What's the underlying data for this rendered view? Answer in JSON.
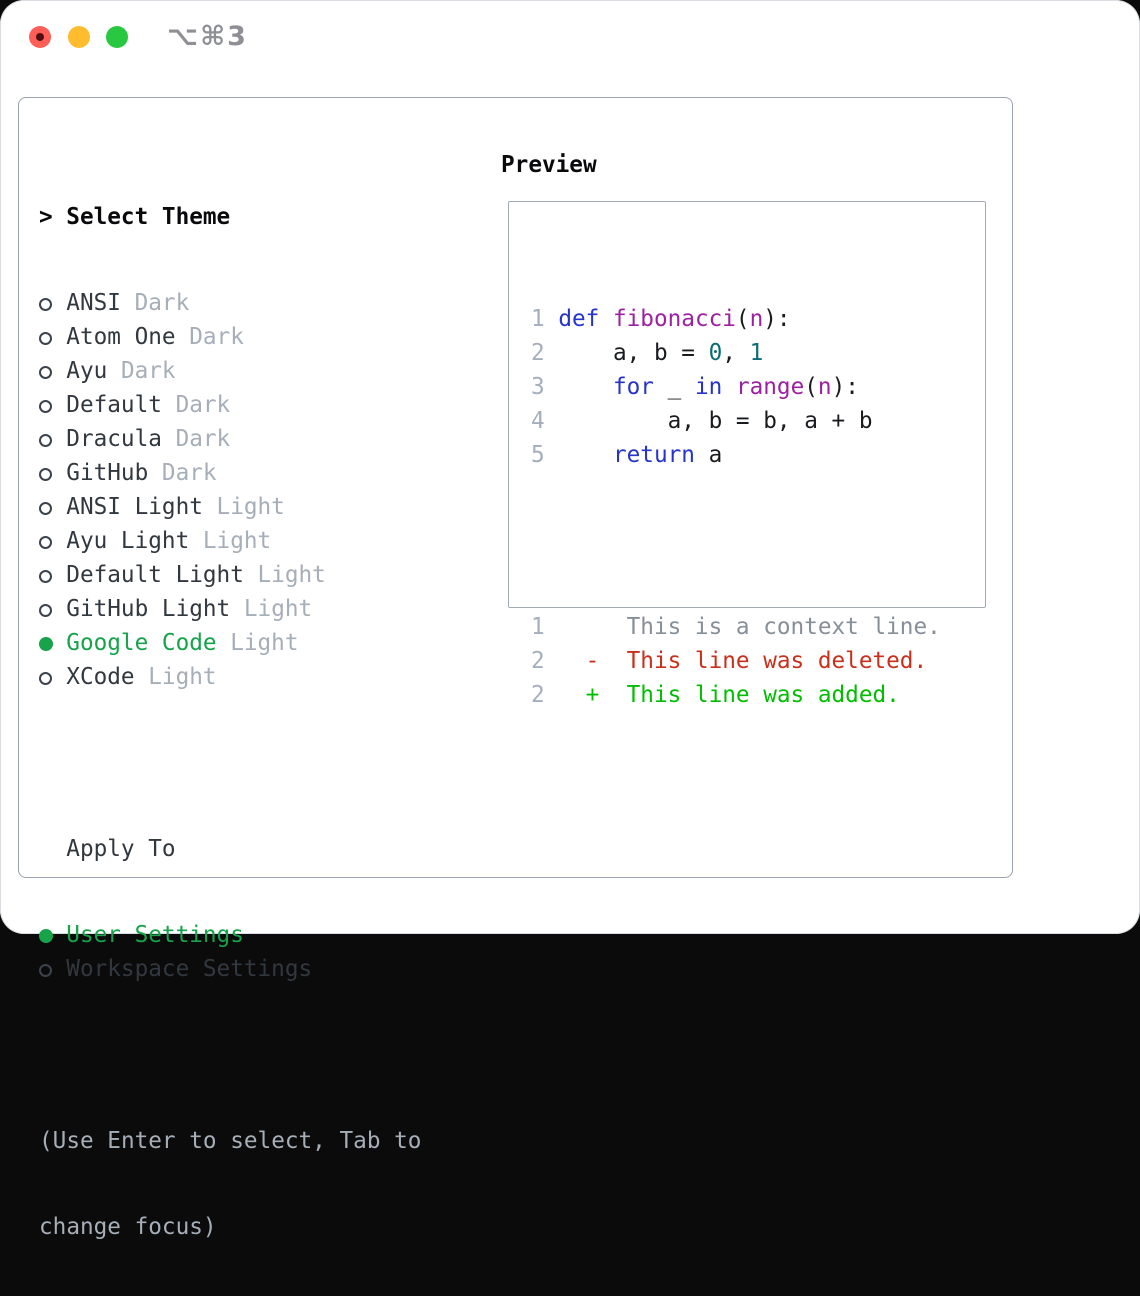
{
  "window": {
    "title": "⌥⌘3",
    "buttons": [
      {
        "name": "close",
        "color": "#ff5f57"
      },
      {
        "name": "minimize",
        "color": "#febc2e"
      },
      {
        "name": "zoom",
        "color": "#28c840"
      }
    ]
  },
  "theme_list": {
    "prompt": ">",
    "header": "Select Theme",
    "items": [
      {
        "name": "ANSI",
        "variant": "Dark",
        "selected": false
      },
      {
        "name": "Atom One",
        "variant": "Dark",
        "selected": false
      },
      {
        "name": "Ayu",
        "variant": "Dark",
        "selected": false
      },
      {
        "name": "Default",
        "variant": "Dark",
        "selected": false
      },
      {
        "name": "Dracula",
        "variant": "Dark",
        "selected": false
      },
      {
        "name": "GitHub",
        "variant": "Dark",
        "selected": false
      },
      {
        "name": "ANSI Light",
        "variant": "Light",
        "selected": false
      },
      {
        "name": "Ayu Light",
        "variant": "Light",
        "selected": false
      },
      {
        "name": "Default Light",
        "variant": "Light",
        "selected": false
      },
      {
        "name": "GitHub Light",
        "variant": "Light",
        "selected": false
      },
      {
        "name": "Google Code",
        "variant": "Light",
        "selected": true
      },
      {
        "name": "XCode",
        "variant": "Light",
        "selected": false
      }
    ]
  },
  "apply_to": {
    "header": "Apply To",
    "options": [
      {
        "label": "User Settings",
        "selected": true
      },
      {
        "label": "Workspace Settings",
        "selected": false
      }
    ]
  },
  "hint": {
    "line1": "(Use Enter to select, Tab to",
    "line2": "change focus)"
  },
  "preview": {
    "header": "Preview",
    "code_lines": [
      {
        "num": "1",
        "tokens": [
          [
            "def",
            "kw"
          ],
          [
            " ",
            "pl"
          ],
          [
            "fibonacci",
            "fn"
          ],
          [
            "(",
            "pl"
          ],
          [
            "n",
            "fn"
          ],
          [
            "):",
            "pl"
          ]
        ]
      },
      {
        "num": "2",
        "tokens": [
          [
            "    a, b = ",
            "pl"
          ],
          [
            "0",
            "num"
          ],
          [
            ", ",
            "pl"
          ],
          [
            "1",
            "num"
          ]
        ]
      },
      {
        "num": "3",
        "tokens": [
          [
            "    ",
            "pl"
          ],
          [
            "for",
            "kw"
          ],
          [
            " _ ",
            "pl"
          ],
          [
            "in",
            "kw"
          ],
          [
            " ",
            "pl"
          ],
          [
            "range",
            "fn"
          ],
          [
            "(",
            "pl"
          ],
          [
            "n",
            "fn"
          ],
          [
            "):",
            "pl"
          ]
        ]
      },
      {
        "num": "4",
        "tokens": [
          [
            "        a, b = b, a + b",
            "pl"
          ]
        ]
      },
      {
        "num": "5",
        "tokens": [
          [
            "    ",
            "pl"
          ],
          [
            "return",
            "kw"
          ],
          [
            " a",
            "pl"
          ]
        ]
      }
    ],
    "diff_lines": [
      {
        "num": "1",
        "text": "     This is a context line.",
        "kind": "ctx"
      },
      {
        "num": "2",
        "text": "  -  This line was deleted.",
        "kind": "del"
      },
      {
        "num": "2",
        "text": "  +  This line was added.",
        "kind": "add"
      }
    ]
  },
  "colors": {
    "accent_green": "#16a34a",
    "added_green": "#02bd02",
    "deleted_red": "#c9301c",
    "keyword_blue": "#2634c9",
    "function_purple": "#9c21a0",
    "literal_teal": "#0a6c74",
    "line_number_gray": "#a4aebc",
    "context_gray": "#878f98",
    "muted_gray": "#a6aeb8",
    "text_dark": "#32383f",
    "panel_border": "#99a2ad",
    "preview_border": "#a3aab2",
    "traffic_red": "#ff5f57",
    "traffic_yellow": "#febc2e",
    "traffic_green": "#28c840"
  }
}
